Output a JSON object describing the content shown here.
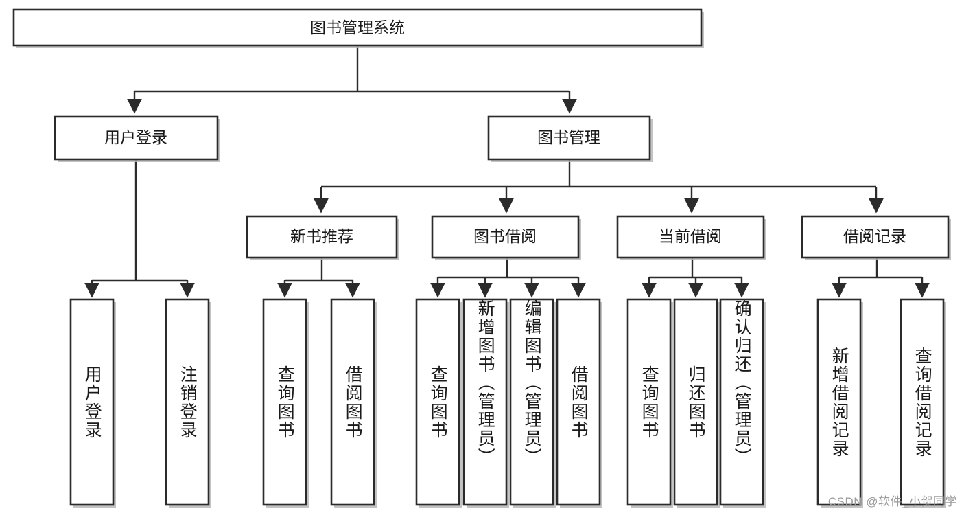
{
  "diagram": {
    "title": "图书管理系统",
    "watermark": "CSDN @软件_小贺同学",
    "root": {
      "label": "图书管理系统"
    },
    "level1": [
      {
        "label": "用户登录"
      },
      {
        "label": "图书管理"
      }
    ],
    "level2": [
      {
        "label": "新书推荐"
      },
      {
        "label": "图书借阅"
      },
      {
        "label": "当前借阅"
      },
      {
        "label": "借阅记录"
      }
    ],
    "leaves": {
      "user_login": [
        {
          "label": "用户登录"
        },
        {
          "label": "注销登录"
        }
      ],
      "new_book_recommend": [
        {
          "label": "查询图书"
        },
        {
          "label": "借阅图书"
        }
      ],
      "book_borrow": [
        {
          "label": "查询图书"
        },
        {
          "label": "新增图书（管理员）"
        },
        {
          "label": "编辑图书（管理员）"
        },
        {
          "label": "借阅图书"
        }
      ],
      "current_borrow": [
        {
          "label": "查询图书"
        },
        {
          "label": "归还图书"
        },
        {
          "label": "确认归还（管理员）"
        }
      ],
      "borrow_record": [
        {
          "label": "新增借阅记录"
        },
        {
          "label": "查询借阅记录"
        }
      ]
    }
  },
  "chart_data": {
    "type": "diagram",
    "title": "图书管理系统",
    "orientation": "top-down-tree",
    "nodes": [
      {
        "id": "root",
        "label": "图书管理系统",
        "level": 0
      },
      {
        "id": "n1",
        "label": "用户登录",
        "level": 1
      },
      {
        "id": "n2",
        "label": "图书管理",
        "level": 1
      },
      {
        "id": "n3",
        "label": "新书推荐",
        "level": 2
      },
      {
        "id": "n4",
        "label": "图书借阅",
        "level": 2
      },
      {
        "id": "n5",
        "label": "当前借阅",
        "level": 2
      },
      {
        "id": "n6",
        "label": "借阅记录",
        "level": 2
      },
      {
        "id": "l1",
        "label": "用户登录",
        "level": 3
      },
      {
        "id": "l2",
        "label": "注销登录",
        "level": 3
      },
      {
        "id": "l3",
        "label": "查询图书",
        "level": 3
      },
      {
        "id": "l4",
        "label": "借阅图书",
        "level": 3
      },
      {
        "id": "l5",
        "label": "查询图书",
        "level": 3
      },
      {
        "id": "l6",
        "label": "新增图书（管理员）",
        "level": 3
      },
      {
        "id": "l7",
        "label": "编辑图书（管理员）",
        "level": 3
      },
      {
        "id": "l8",
        "label": "借阅图书",
        "level": 3
      },
      {
        "id": "l9",
        "label": "查询图书",
        "level": 3
      },
      {
        "id": "l10",
        "label": "归还图书",
        "level": 3
      },
      {
        "id": "l11",
        "label": "确认归还（管理员）",
        "level": 3
      },
      {
        "id": "l12",
        "label": "新增借阅记录",
        "level": 3
      },
      {
        "id": "l13",
        "label": "查询借阅记录",
        "level": 3
      }
    ],
    "edges": [
      [
        "root",
        "n1"
      ],
      [
        "root",
        "n2"
      ],
      [
        "n2",
        "n3"
      ],
      [
        "n2",
        "n4"
      ],
      [
        "n2",
        "n5"
      ],
      [
        "n2",
        "n6"
      ],
      [
        "n1",
        "l1"
      ],
      [
        "n1",
        "l2"
      ],
      [
        "n3",
        "l3"
      ],
      [
        "n3",
        "l4"
      ],
      [
        "n4",
        "l5"
      ],
      [
        "n4",
        "l6"
      ],
      [
        "n4",
        "l7"
      ],
      [
        "n4",
        "l8"
      ],
      [
        "n5",
        "l9"
      ],
      [
        "n5",
        "l10"
      ],
      [
        "n5",
        "l11"
      ],
      [
        "n6",
        "l12"
      ],
      [
        "n6",
        "l13"
      ]
    ]
  }
}
